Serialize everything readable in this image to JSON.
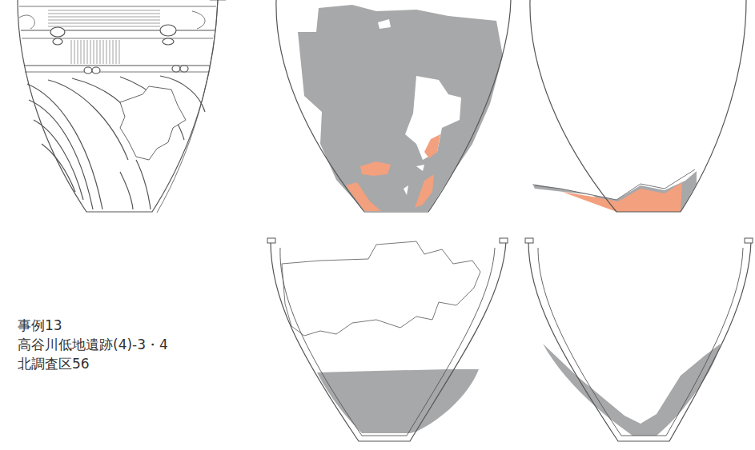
{
  "diagram": {
    "labels": [
      "事例13",
      "高谷川低地遺跡(4)-3・4",
      "北調査区56"
    ]
  }
}
